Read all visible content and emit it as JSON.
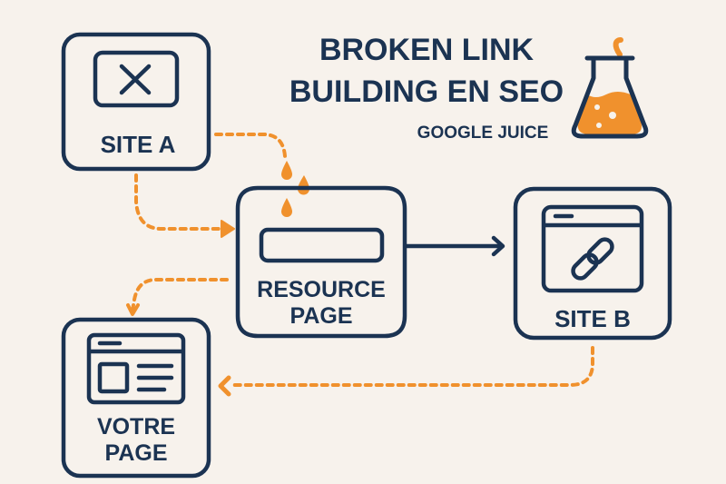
{
  "title": {
    "line1": "BROKEN LINK",
    "line2": "BUILDING EN SEO",
    "subtitle": "GOOGLE JUICE"
  },
  "nodes": {
    "site_a": {
      "label": "SITE A",
      "icon": "broken-x-icon"
    },
    "resource_page": {
      "label_line1": "RESOURCE",
      "label_line2": "PAGE",
      "icon": "link-bar-icon"
    },
    "site_b": {
      "label": "SITE B",
      "icon": "chain-link-icon"
    },
    "votre_page": {
      "label_line1": "VOTRE",
      "label_line2": "PAGE",
      "icon": "webpage-layout-icon"
    }
  },
  "decorations": {
    "flask": "flask-icon",
    "drops": "juice-drop-icon"
  },
  "colors": {
    "background": "#f7f2ec",
    "navy": "#1b3352",
    "orange": "#f0912d"
  }
}
